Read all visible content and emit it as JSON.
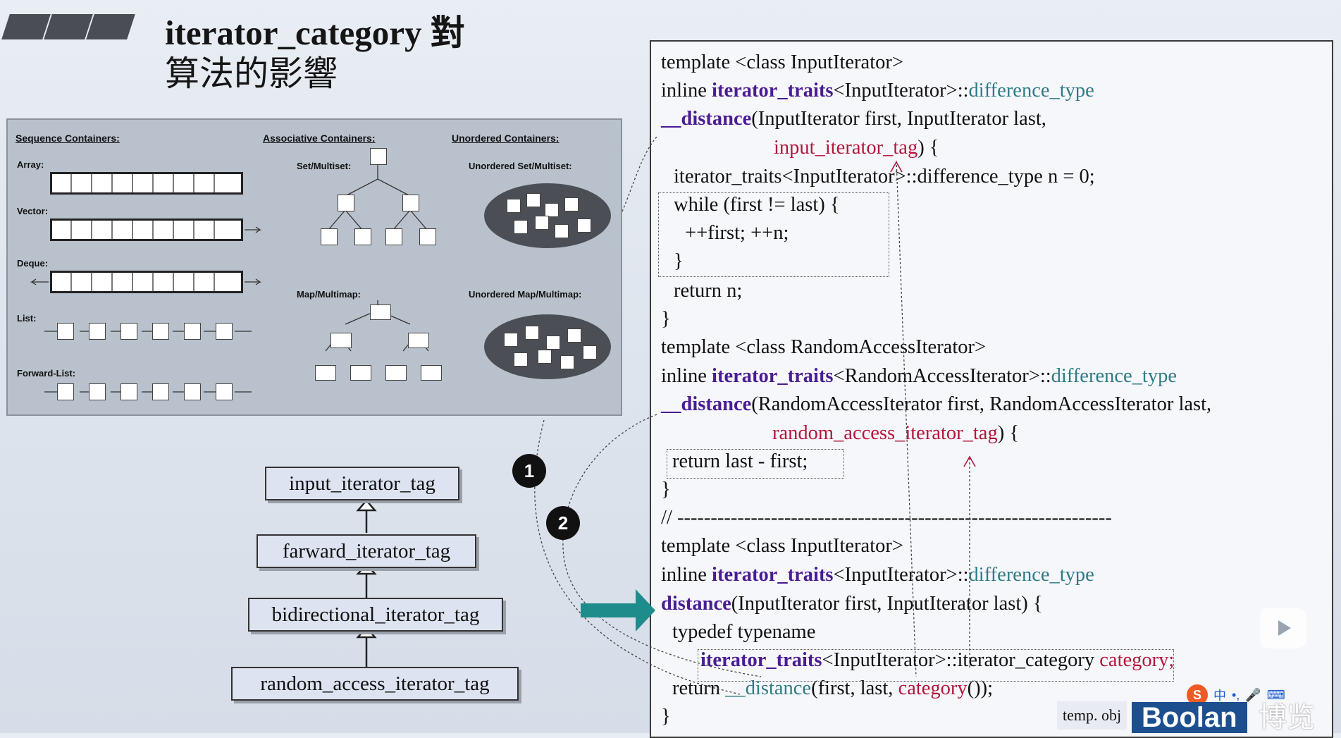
{
  "slide": {
    "title_line1": "iterator_category 對",
    "title_line2": "算法的影響"
  },
  "containers": {
    "sequence_header": "Sequence Containers:",
    "associative_header": "Associative Containers:",
    "unordered_header": "Unordered Containers:",
    "array": "Array:",
    "vector": "Vector:",
    "deque": "Deque:",
    "list": "List:",
    "forward_list": "Forward-List:",
    "set_multiset": "Set/Multiset:",
    "map_multimap": "Map/Multimap:",
    "unordered_set": "Unordered Set/Multiset:",
    "unordered_map": "Unordered Map/Multimap:"
  },
  "hierarchy": [
    "input_iterator_tag",
    "farward_iterator_tag",
    "bidirectional_iterator_tag",
    "random_access_iterator_tag"
  ],
  "markers": {
    "one": "1",
    "two": "2"
  },
  "code": {
    "l1": "template <class InputIterator>",
    "l2a": "inline ",
    "l2b": "iterator_traits",
    "l2c": "<InputIterator>::",
    "l2d": "difference_type",
    "l3a": "__",
    "l3b": "distance",
    "l3c": "(InputIterator first, InputIterator last,",
    "l4a": "input_iterator_tag",
    "l4b": ") {",
    "l5": "iterator_traits<InputIterator>::difference_type n = 0;",
    "l6": "while (first != last) {",
    "l7": "++first; ++n;",
    "l8": "}",
    "l9": "return n;",
    "l10": "}",
    "l11": "template <class RandomAccessIterator>",
    "l12a": "inline ",
    "l12b": "iterator_traits",
    "l12c": "<RandomAccessIterator>::",
    "l12d": "difference_type",
    "l13a": "__",
    "l13b": "distance",
    "l13c": "(RandomAccessIterator first, RandomAccessIterator last,",
    "l14a": "random_access_iterator_tag",
    "l14b": ") {",
    "l15": "return last - first;",
    "l16": "}",
    "l17": "// -----------------------------------------------------------------",
    "l18": "template <class InputIterator>",
    "l19a": "inline ",
    "l19b": "iterator_traits",
    "l19c": "<InputIterator>::",
    "l19d": "difference_type",
    "l20a": "distance",
    "l20b": "(InputIterator first, InputIterator last) {",
    "l21": "typedef typename",
    "l22a": "iterator_traits",
    "l22b": "<InputIterator>::iterator_category",
    "l22c": " category;",
    "l23a": "return ",
    "l23b": "__distance",
    "l23c": "(first, last, ",
    "l23d": "category",
    "l23e": "());",
    "l24": "}",
    "temp_obj": "temp. obj"
  },
  "branding": {
    "logo": "Boolan",
    "suffix": "博览",
    "ime": "中"
  },
  "colors": {
    "keyword": "#4a1c94",
    "type": "#2f7b86",
    "tag": "#b3173b",
    "arrow": "#1f8c8c"
  }
}
